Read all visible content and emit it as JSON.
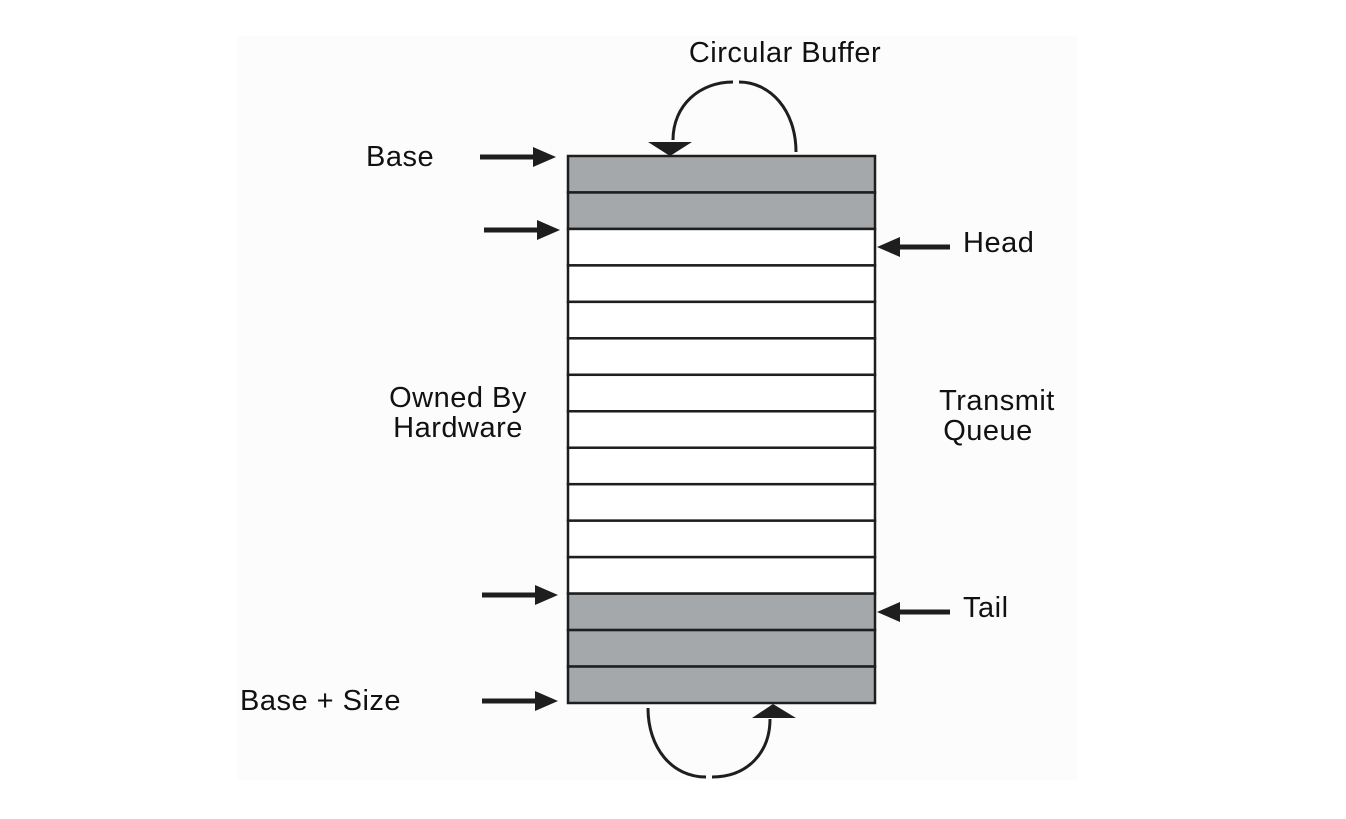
{
  "diagram": {
    "title": "Circular Buffer",
    "left_labels": {
      "base": "Base",
      "base_plus_size": "Base + Size",
      "owned_line1": "Owned By",
      "owned_line2": "Hardware"
    },
    "right_labels": {
      "head": "Head",
      "tail": "Tail",
      "queue_line1": "Transmit",
      "queue_line2": "Queue"
    },
    "slots": [
      "shaded",
      "shaded",
      "empty",
      "empty",
      "empty",
      "empty",
      "empty",
      "empty",
      "empty",
      "empty",
      "empty",
      "empty",
      "shaded",
      "shaded",
      "shaded"
    ],
    "head_slot": 2,
    "tail_slot": 12,
    "colors": {
      "shaded": "#a5a8ab",
      "empty": "#ffffff",
      "stroke": "#1e1e1e"
    }
  }
}
